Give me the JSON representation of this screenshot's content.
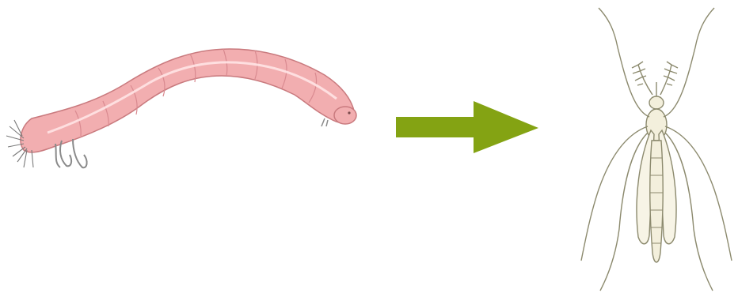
{
  "scene": {
    "background": "#ffffff",
    "items": [
      {
        "role": "larva",
        "icon": "mosquito-larva-icon",
        "body_color": "#f2aeb0",
        "outline_color": "#c97a7e"
      },
      {
        "role": "transition-arrow",
        "icon": "arrow-right-icon",
        "color": "#84a313"
      },
      {
        "role": "adult",
        "icon": "mosquito-icon",
        "line_color": "#8c8a6e",
        "fill_color": "#f3efdc"
      }
    ]
  }
}
